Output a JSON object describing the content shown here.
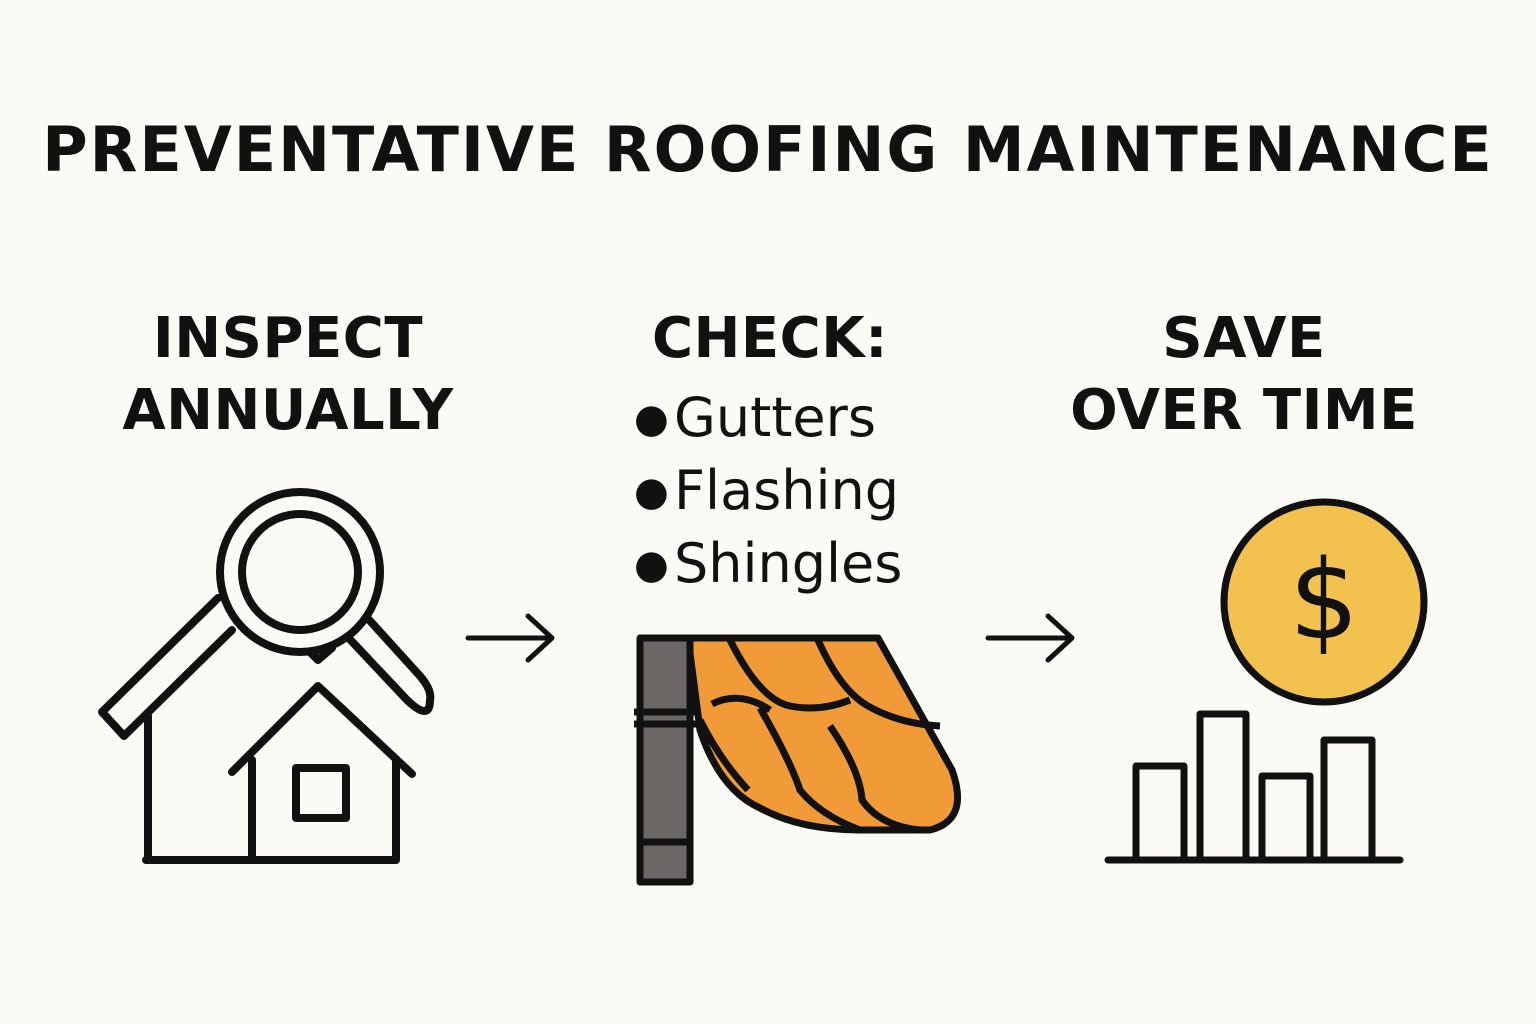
{
  "title": "PREVENTATIVE ROOFING MAINTENANCE",
  "steps": [
    {
      "heading_lines": [
        "INSPECT",
        "ANNUALLY"
      ],
      "icon": "house-magnifier-icon"
    },
    {
      "heading_lines": [
        "CHECK:"
      ],
      "items": [
        "Gutters",
        "Flashing",
        "Shingles"
      ],
      "icon": "gutter-shingles-icon"
    },
    {
      "heading_lines": [
        "SAVE",
        "OVER TIME"
      ],
      "icon": "coin-bar-chart-icon"
    }
  ],
  "coin_symbol": "$",
  "colors": {
    "background": "#fcfaf4",
    "ink": "#111111",
    "shingle_orange": "#f09a38",
    "coin_gold": "#f2c14e",
    "gutter_gray": "#6b6764"
  }
}
